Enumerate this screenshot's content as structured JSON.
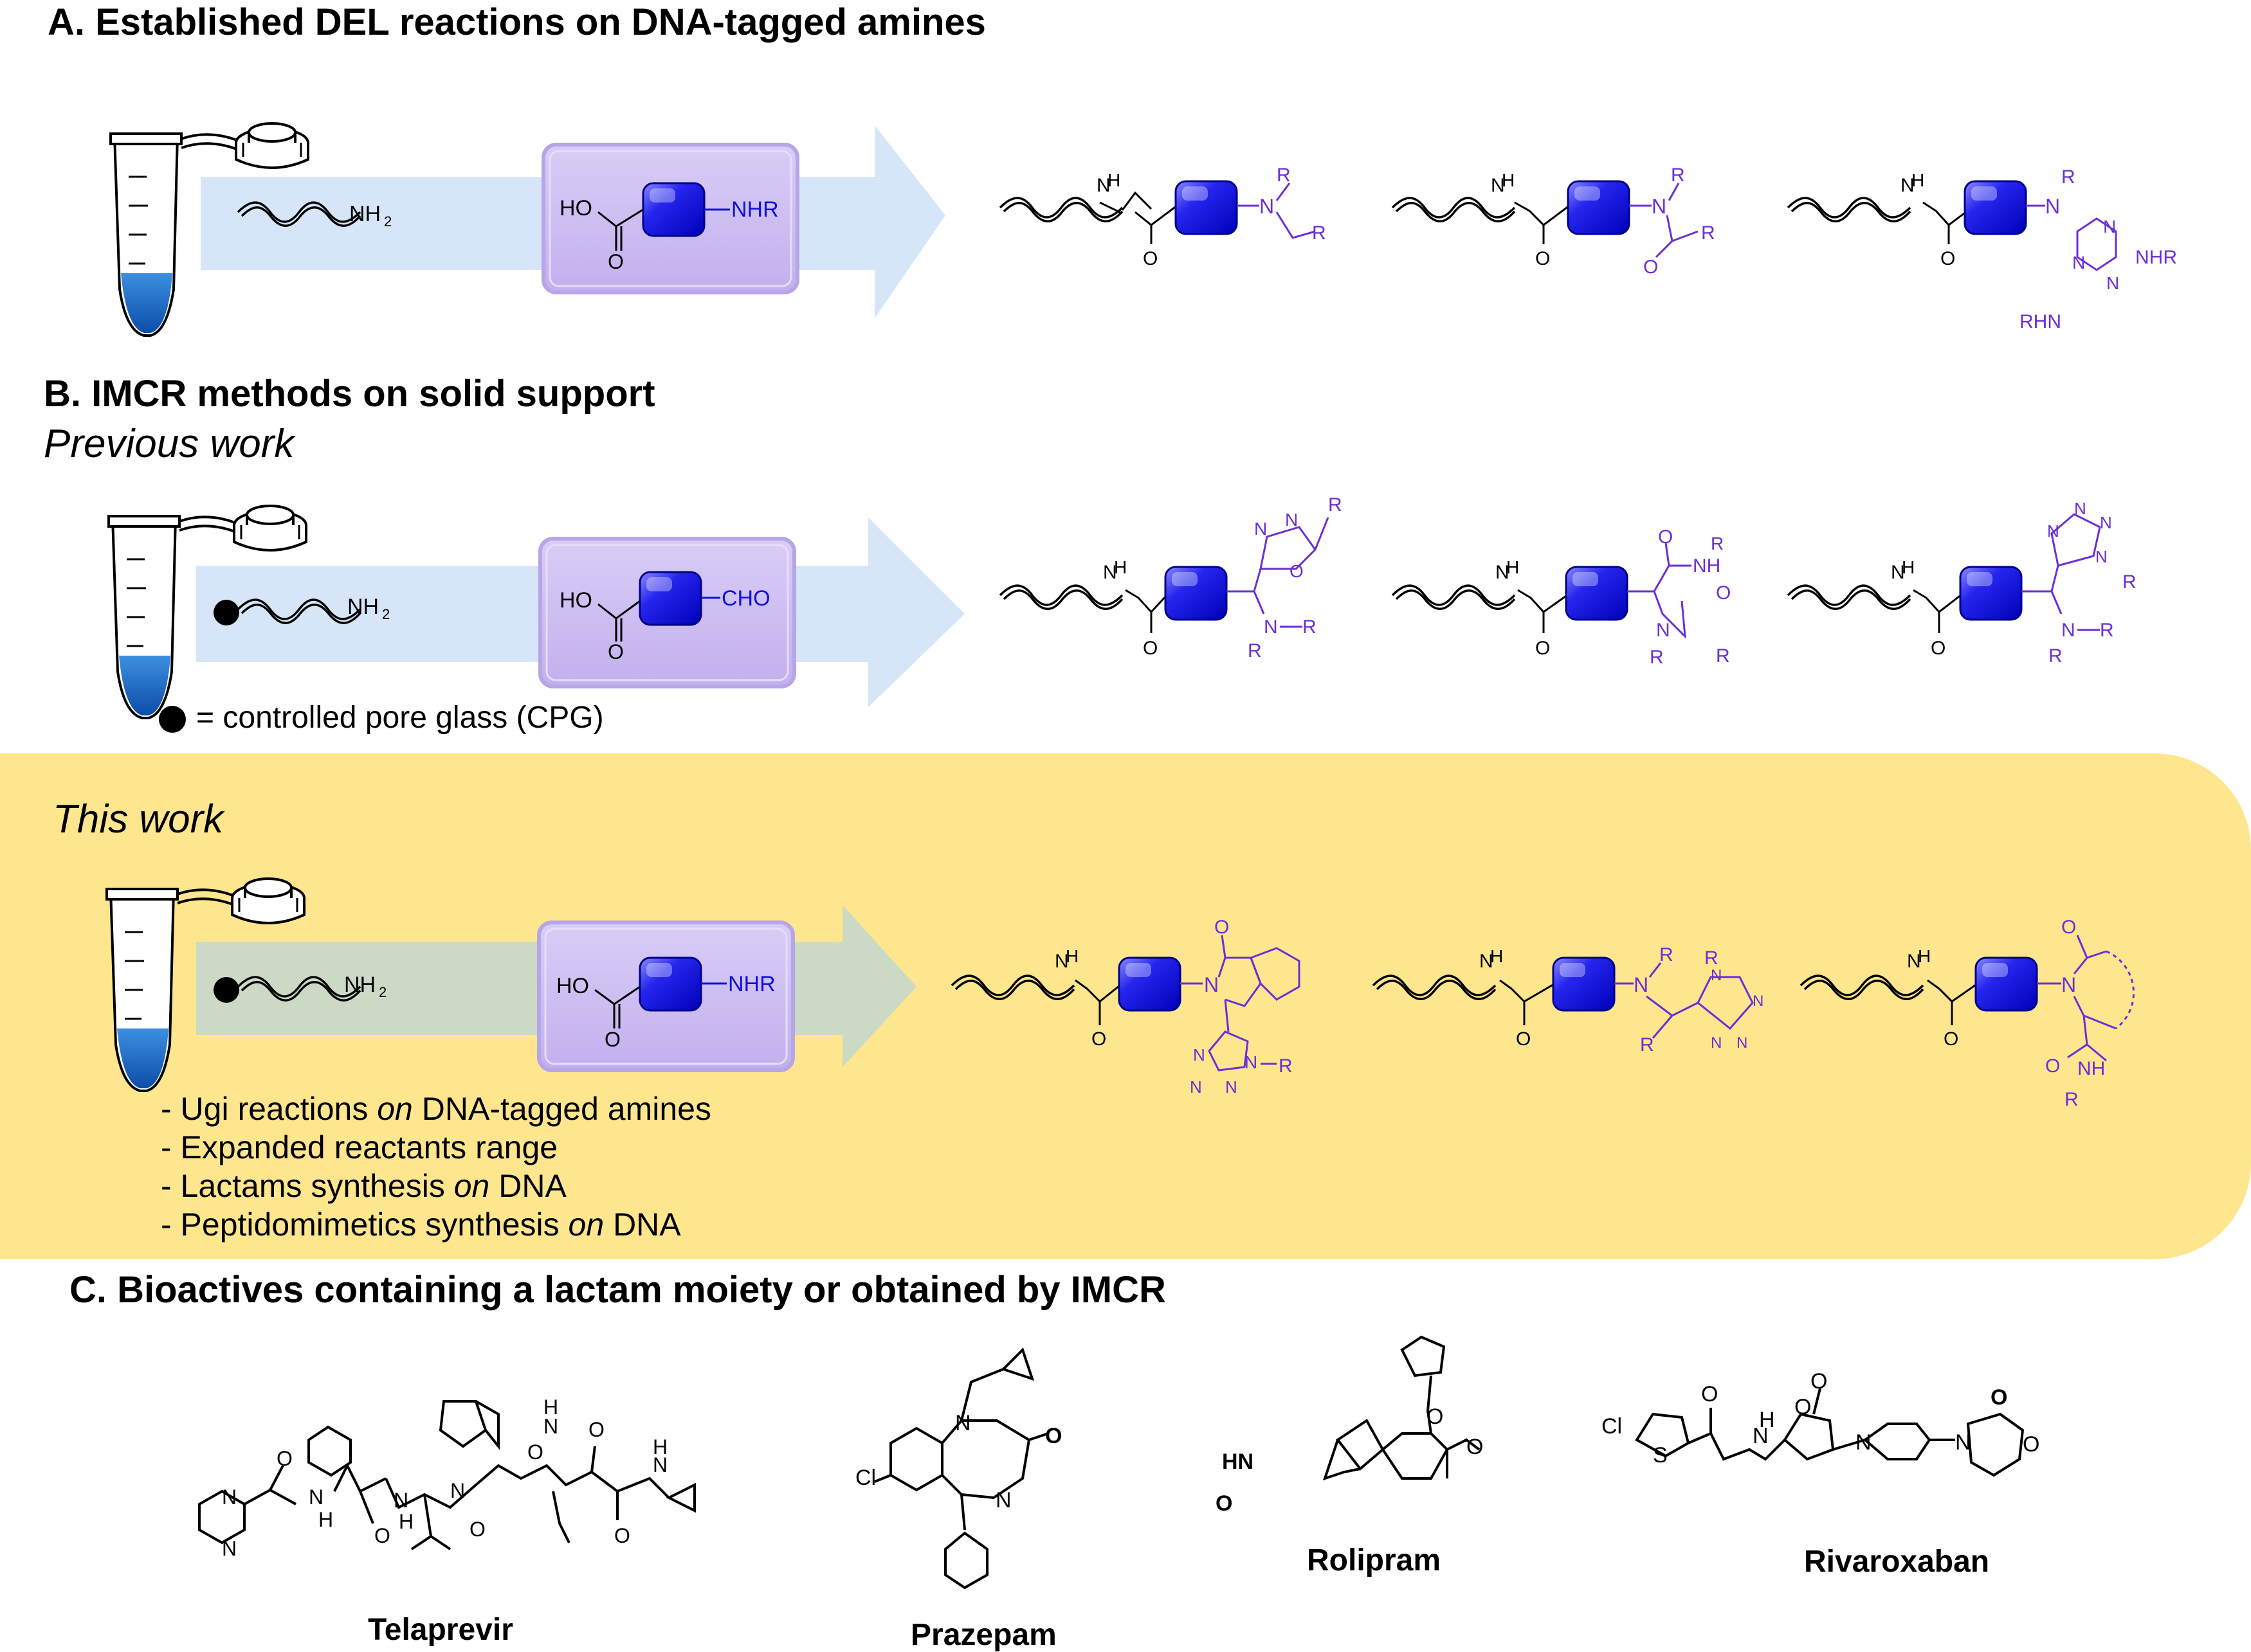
{
  "sections": {
    "a_title": "A. Established DEL reactions on DNA-tagged amines",
    "b_title": "B. IMCR methods on solid support",
    "b_subtitle": "Previous work",
    "this_work": "This work",
    "c_title": "C. Bioactives containing a lactam moiety or obtained by IMCR"
  },
  "cpg_note": "= controlled pore glass (CPG)",
  "bullets": [
    {
      "pre": "- Ugi reactions ",
      "em": "on",
      "post": " DNA-tagged amines"
    },
    {
      "pre": "- Expanded reactants range",
      "em": "",
      "post": ""
    },
    {
      "pre": "- Lactams synthesis ",
      "em": "on",
      "post": " DNA"
    },
    {
      "pre": "- Peptidomimetics synthesis ",
      "em": "on",
      "post": " DNA"
    }
  ],
  "labels": {
    "nh2": "NH2",
    "ho": "HO",
    "o": "O",
    "n": "N",
    "nhr": "NHR",
    "cho": "CHO",
    "r": "R",
    "h": "H",
    "rhn": "RHN",
    "nh": "NH",
    "s": "S",
    "cl": "Cl",
    "hn": "HN"
  },
  "drugs": [
    "Telaprevir",
    "Prazepam",
    "Rolipram",
    "Rivaroxaban"
  ],
  "colors": {
    "purple_text": "#6a2fd6",
    "blue_box": "#1010e0",
    "arrow_a": "#d6e6f8",
    "arrow_c": "#ccd9c5",
    "reagent_box": "#cdbdf2",
    "highlight": "#fde68e"
  }
}
